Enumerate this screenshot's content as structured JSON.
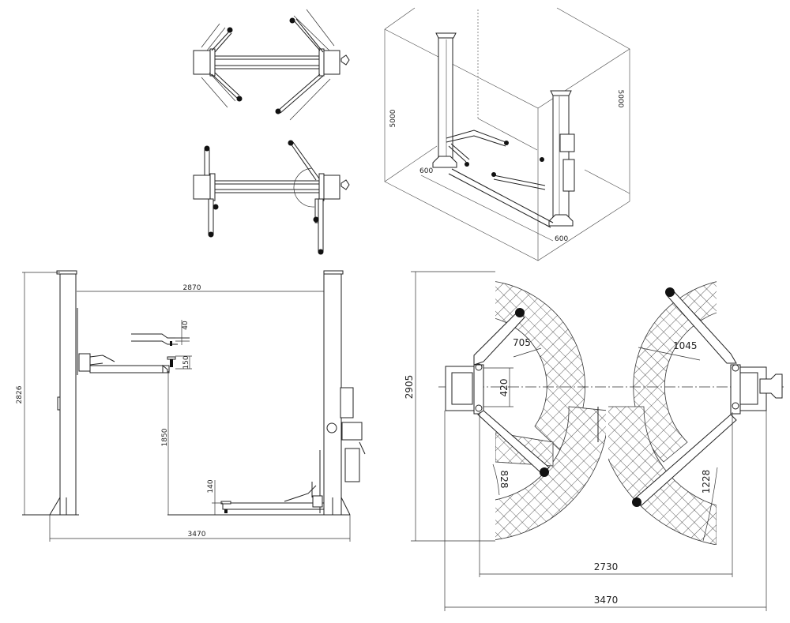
{
  "iso_view": {
    "height_left": "5000",
    "height_right": "5000",
    "depth_left": "600",
    "depth_right": "600"
  },
  "elevation_view": {
    "overall_height": "2826",
    "inner_width": "2870",
    "overall_width": "3470",
    "pad_adjust": "40",
    "pad_height": "150",
    "max_lift_height": "1850",
    "min_pad_height": "140"
  },
  "plan_view": {
    "overall_depth": "2905",
    "column_spacing": "420",
    "short_arm_min": "705",
    "long_arm_min": "1045",
    "short_arm_max": "828",
    "long_arm_max": "1228",
    "drive_through": "2730",
    "overall_width": "3470"
  }
}
